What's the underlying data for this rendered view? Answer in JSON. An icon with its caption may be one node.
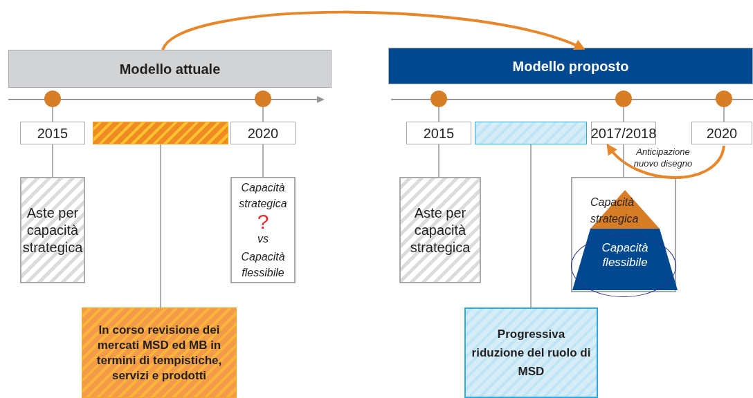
{
  "diagram": {
    "nodes": [
      {
        "text": [
          "Modello attuale"
        ]
      },
      {
        "text": [
          "Modello proposto"
        ]
      },
      {
        "text": [],
        "shape": "circle"
      },
      {
        "text": [],
        "shape": "circle"
      },
      {
        "text": [],
        "shape": "circle"
      },
      {
        "text": [],
        "shape": "circle"
      },
      {
        "text": [],
        "shape": "circle"
      },
      {
        "text": [
          "2015"
        ]
      },
      {
        "text": [],
        "shape": "bar"
      },
      {
        "text": [
          "2020"
        ]
      },
      {
        "text": [
          "2015"
        ]
      },
      {
        "text": [],
        "shape": "bar"
      },
      {
        "text": [
          "2017/2018"
        ]
      },
      {
        "text": [
          "2020"
        ]
      },
      {
        "text": [
          "Aste per capacità strategica"
        ]
      },
      {
        "text": [
          "Capacità strategica",
          "?",
          "vs",
          "Capacità flessibile"
        ]
      },
      {
        "text": [
          "Aste per capacità strategica"
        ]
      },
      {
        "text": [],
        "shape": "box"
      },
      {
        "text": [
          "Capacità strategica"
        ],
        "in": 17
      },
      {
        "text": [
          "Capacità flessibile"
        ],
        "in": 17
      },
      {
        "text": [
          "In corso revisione dei mercati MSD ed MB in termini di tempistiche, servizi e prodotti"
        ]
      },
      {
        "text": [
          "Progressiva riduzione del ruolo di MSD"
        ]
      },
      {
        "text": [],
        "shape": "ellipse"
      }
    ],
    "edges": [
      {
        "from": 0,
        "to": 1,
        "arrow": "to",
        "style": "thick",
        "color": "#e8862a"
      },
      {
        "from": 13,
        "to": 12,
        "arrow": "to",
        "label": "Anticipazione nuovo disegno",
        "style": "thick",
        "color": "#e8862a"
      },
      {
        "from": 2,
        "to": 7,
        "arrow": "none"
      },
      {
        "from": 7,
        "to": 14,
        "arrow": "none"
      },
      {
        "from": 3,
        "to": 9,
        "arrow": "none"
      },
      {
        "from": 9,
        "to": 15,
        "arrow": "none"
      },
      {
        "from": 8,
        "to": 20,
        "arrow": "none"
      },
      {
        "from": 4,
        "to": 10,
        "arrow": "none"
      },
      {
        "from": 10,
        "to": 16,
        "arrow": "none"
      },
      {
        "from": 11,
        "to": 21,
        "arrow": "none"
      },
      {
        "from": 5,
        "to": 12,
        "arrow": "none"
      },
      {
        "from": 12,
        "to": 17,
        "arrow": "none"
      },
      {
        "from": 6,
        "to": 13,
        "arrow": "none"
      }
    ]
  }
}
